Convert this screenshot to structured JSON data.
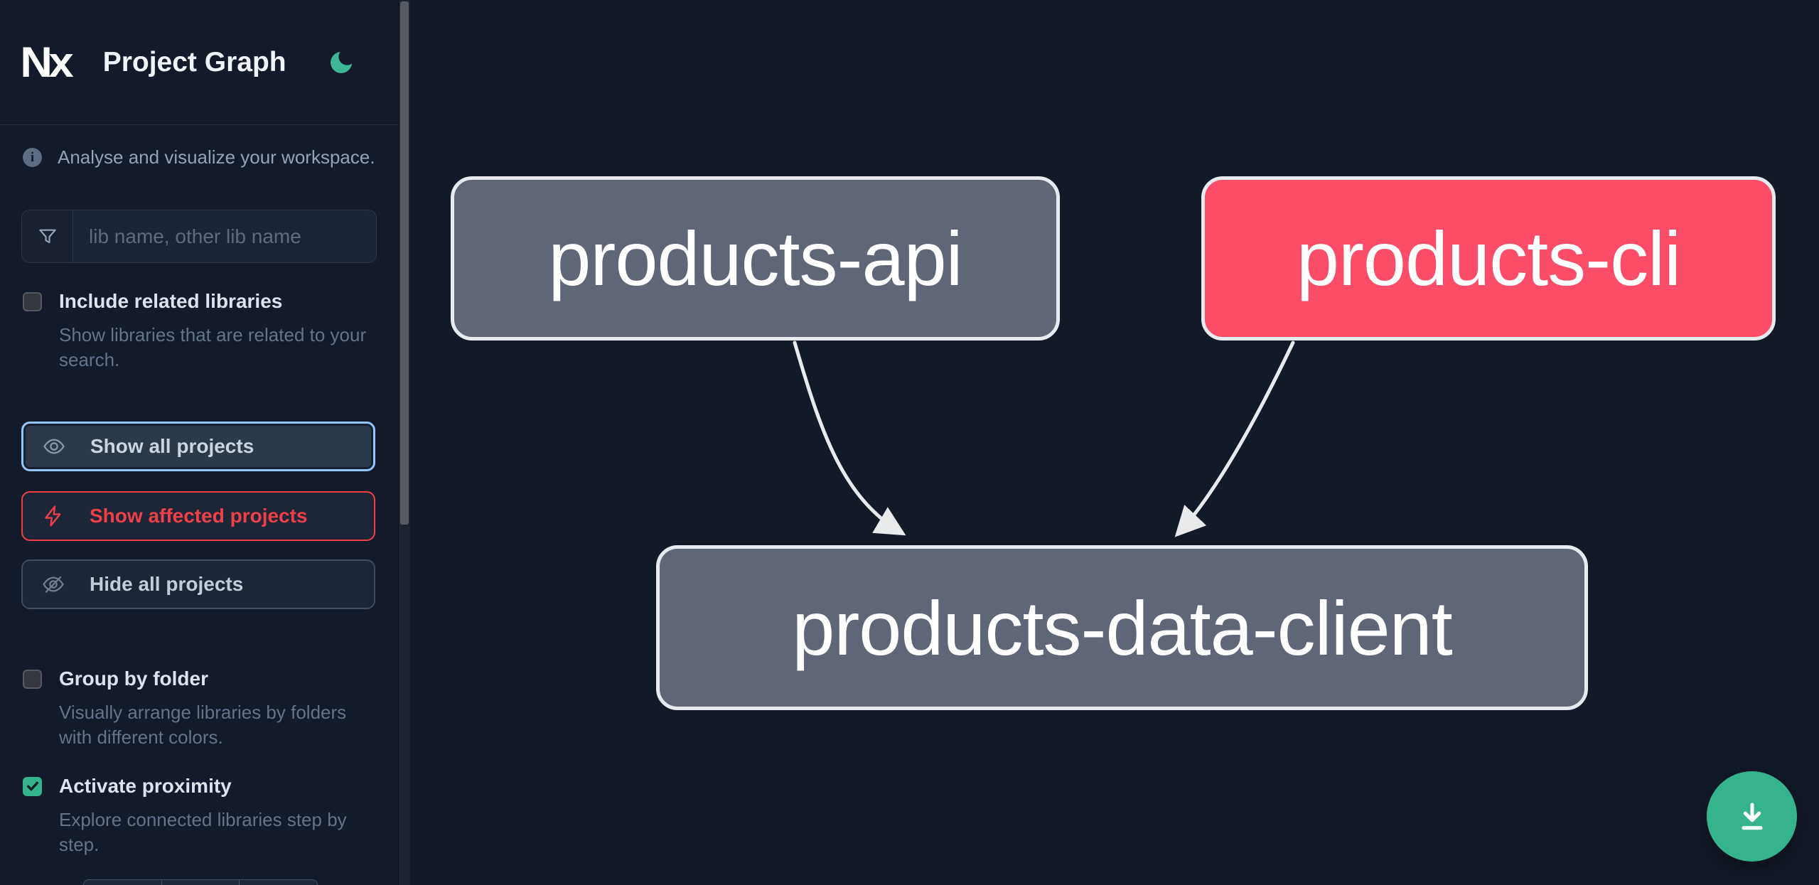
{
  "header": {
    "logo_text": "Nx",
    "title": "Project Graph"
  },
  "sidebar": {
    "tagline": "Analyse and visualize your workspace.",
    "search_placeholder": "lib name, other lib name",
    "include_related": {
      "label": "Include related libraries",
      "description": "Show libraries that are related to your search.",
      "checked": false
    },
    "actions": {
      "show_all": "Show all projects",
      "show_affected": "Show affected projects",
      "hide_all": "Hide all projects"
    },
    "group_by_folder": {
      "label": "Group by folder",
      "description": "Visually arrange libraries by folders with different colors.",
      "checked": false
    },
    "activate_proximity": {
      "label": "Activate proximity",
      "description": "Explore connected libraries step by step.",
      "checked": true
    }
  },
  "graph": {
    "nodes": [
      {
        "id": "products-api",
        "state": "normal"
      },
      {
        "id": "products-cli",
        "state": "affected"
      },
      {
        "id": "products-data-client",
        "state": "normal"
      }
    ],
    "edges": [
      {
        "from": "products-api",
        "to": "products-data-client"
      },
      {
        "from": "products-cli",
        "to": "products-data-client"
      }
    ]
  },
  "colors": {
    "accent_green": "#34b38c",
    "affected_red": "#ef4049",
    "focus_blue": "#93c5fd",
    "node_gray": "#5f6675",
    "node_pink": "#fb4d68",
    "edge": "#e8eaec",
    "background": "#121927"
  }
}
